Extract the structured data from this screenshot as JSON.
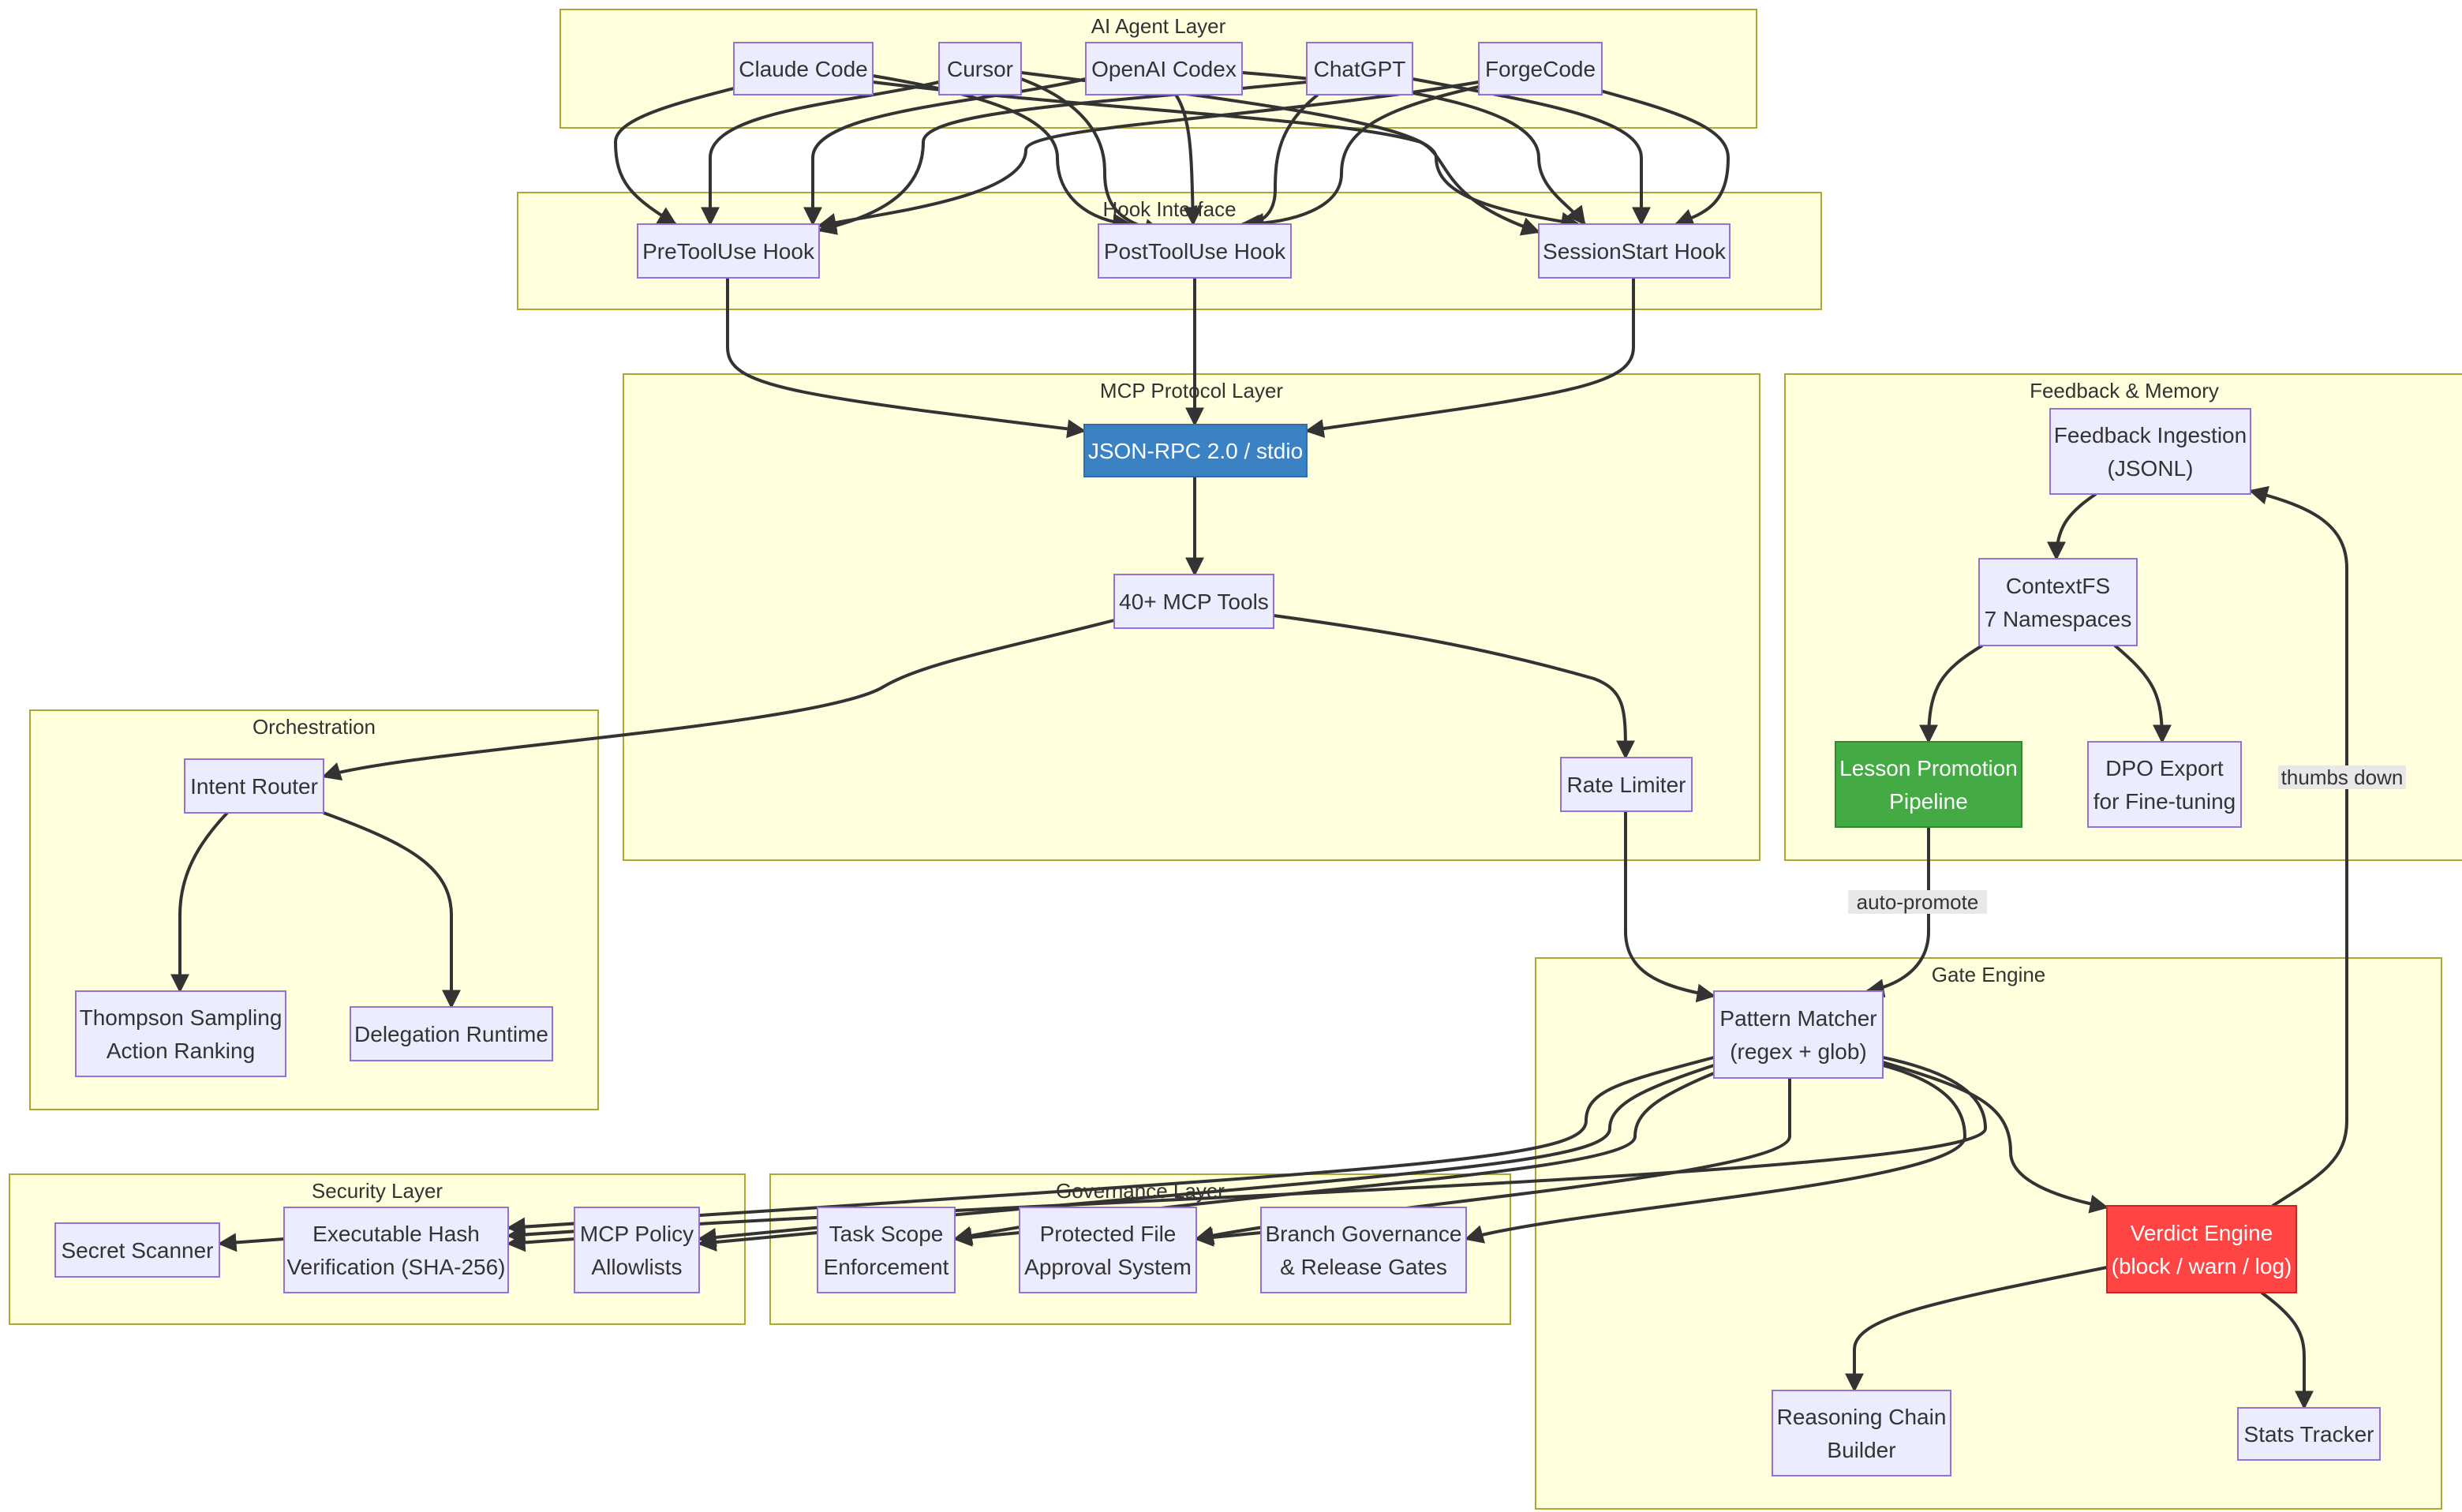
{
  "colors": {
    "group_fill": "#ffffde",
    "group_stroke": "#aaaa33",
    "node_fill": "#ececff",
    "node_stroke": "#9370db",
    "node_text": "#333333",
    "edge": "#333333",
    "blue_fill": "#3b82c4",
    "green_fill": "#44aa44",
    "red_fill": "#ff4444"
  },
  "groups": {
    "ai_agent": "AI Agent Layer",
    "hook": "Hook Interface",
    "mcp": "MCP Protocol Layer",
    "feedback": "Feedback & Memory",
    "orchestration": "Orchestration",
    "gate": "Gate Engine",
    "security": "Security Layer",
    "governance": "Governance Layer"
  },
  "nodes": {
    "claude_code": [
      "Claude Code"
    ],
    "cursor": [
      "Cursor"
    ],
    "openai_codex": [
      "OpenAI Codex"
    ],
    "chatgpt": [
      "ChatGPT"
    ],
    "forgecode": [
      "ForgeCode"
    ],
    "pretooluse": [
      "PreToolUse Hook"
    ],
    "posttooluse": [
      "PostToolUse Hook"
    ],
    "sessionstart": [
      "SessionStart Hook"
    ],
    "jsonrpc": [
      "JSON-RPC 2.0 / stdio"
    ],
    "mcp_tools": [
      "40+ MCP Tools"
    ],
    "rate_limiter": [
      "Rate Limiter"
    ],
    "feedback_ingestion": [
      "Feedback Ingestion",
      "(JSONL)"
    ],
    "contextfs": [
      "ContextFS",
      "7 Namespaces"
    ],
    "lesson_promotion": [
      "Lesson Promotion",
      "Pipeline"
    ],
    "dpo_export": [
      "DPO Export",
      "for Fine-tuning"
    ],
    "intent_router": [
      "Intent Router"
    ],
    "thompson": [
      "Thompson Sampling",
      "Action Ranking"
    ],
    "delegation": [
      "Delegation Runtime"
    ],
    "pattern_matcher": [
      "Pattern Matcher",
      "(regex + glob)"
    ],
    "verdict_engine": [
      "Verdict Engine",
      "(block / warn / log)"
    ],
    "reasoning_chain": [
      "Reasoning Chain",
      "Builder"
    ],
    "stats_tracker": [
      "Stats Tracker"
    ],
    "secret_scanner": [
      "Secret Scanner"
    ],
    "hash_verification": [
      "Executable Hash",
      "Verification (SHA-256)"
    ],
    "mcp_policy": [
      "MCP Policy",
      "Allowlists"
    ],
    "task_scope": [
      "Task Scope",
      "Enforcement"
    ],
    "protected_file": [
      "Protected File",
      "Approval System"
    ],
    "branch_governance": [
      "Branch Governance",
      "& Release Gates"
    ]
  },
  "edge_labels": {
    "thumbs_down": "thumbs down",
    "auto_promote": "auto-promote"
  }
}
